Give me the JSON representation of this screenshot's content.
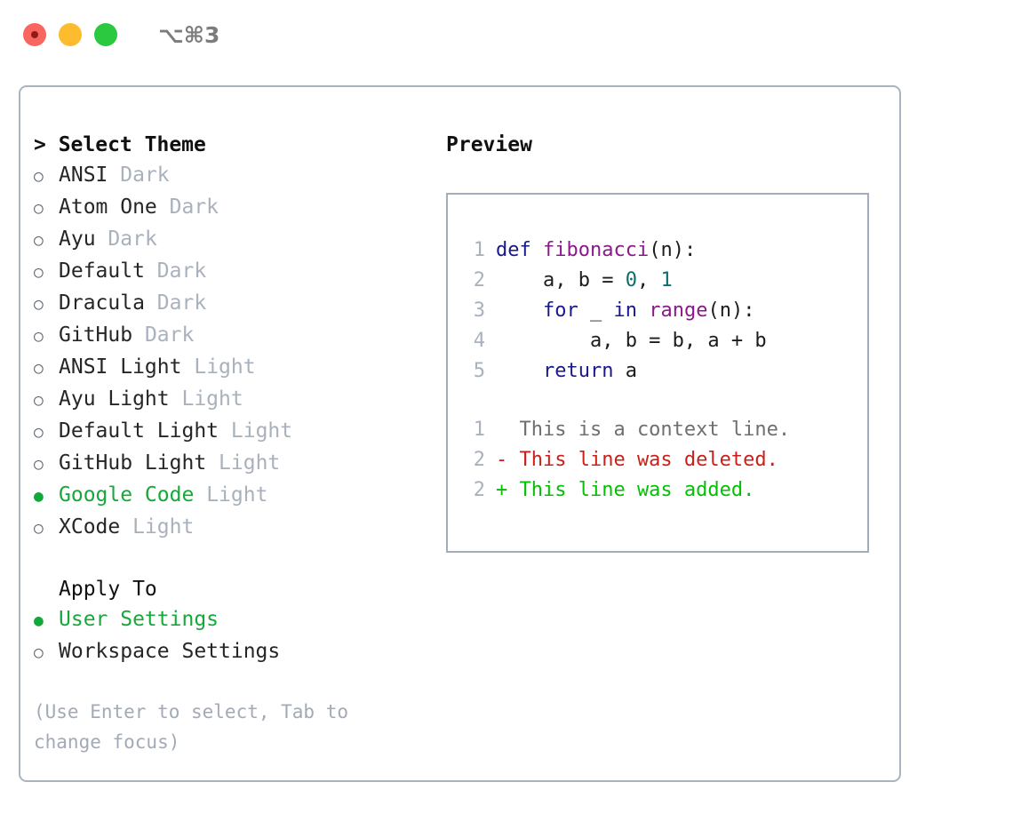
{
  "window": {
    "shortcut": "⌥⌘3",
    "traffic_lights": [
      "close-button",
      "minimize-button",
      "maximize-button"
    ]
  },
  "theme_picker": {
    "header": "> Select Theme",
    "items": [
      {
        "marker": "○",
        "name": "ANSI",
        "tag": "Dark",
        "selected": false
      },
      {
        "marker": "○",
        "name": "Atom One",
        "tag": "Dark",
        "selected": false
      },
      {
        "marker": "○",
        "name": "Ayu",
        "tag": "Dark",
        "selected": false
      },
      {
        "marker": "○",
        "name": "Default",
        "tag": "Dark",
        "selected": false
      },
      {
        "marker": "○",
        "name": "Dracula",
        "tag": "Dark",
        "selected": false
      },
      {
        "marker": "○",
        "name": "GitHub",
        "tag": "Dark",
        "selected": false
      },
      {
        "marker": "○",
        "name": "ANSI Light",
        "tag": "Light",
        "selected": false
      },
      {
        "marker": "○",
        "name": "Ayu Light",
        "tag": "Light",
        "selected": false
      },
      {
        "marker": "○",
        "name": "Default Light",
        "tag": "Light",
        "selected": false
      },
      {
        "marker": "○",
        "name": "GitHub Light",
        "tag": "Light",
        "selected": false
      },
      {
        "marker": "●",
        "name": "Google Code",
        "tag": "Light",
        "selected": true
      },
      {
        "marker": "○",
        "name": "XCode",
        "tag": "Light",
        "selected": false
      }
    ]
  },
  "apply_to": {
    "header": "Apply To",
    "items": [
      {
        "marker": "●",
        "name": "User Settings",
        "selected": true
      },
      {
        "marker": "○",
        "name": "Workspace Settings",
        "selected": false
      }
    ]
  },
  "hint": "(Use Enter to select, Tab to change focus)",
  "preview": {
    "title": "Preview",
    "code_lines": [
      {
        "no": "1",
        "tokens": [
          {
            "t": "def ",
            "c": "kw"
          },
          {
            "t": "fibonacci",
            "c": "fn"
          },
          {
            "t": "(n):",
            "c": "pl"
          }
        ]
      },
      {
        "no": "2",
        "tokens": [
          {
            "t": "    a, b = ",
            "c": "pl"
          },
          {
            "t": "0",
            "c": "num"
          },
          {
            "t": ", ",
            "c": "pl"
          },
          {
            "t": "1",
            "c": "num"
          }
        ]
      },
      {
        "no": "3",
        "tokens": [
          {
            "t": "    ",
            "c": "pl"
          },
          {
            "t": "for",
            "c": "kw"
          },
          {
            "t": " _ ",
            "c": "pl"
          },
          {
            "t": "in",
            "c": "kw"
          },
          {
            "t": " ",
            "c": "pl"
          },
          {
            "t": "range",
            "c": "fn"
          },
          {
            "t": "(n):",
            "c": "pl"
          }
        ]
      },
      {
        "no": "4",
        "tokens": [
          {
            "t": "        a, b = b, a + b",
            "c": "pl"
          }
        ]
      },
      {
        "no": "5",
        "tokens": [
          {
            "t": "    ",
            "c": "pl"
          },
          {
            "t": "return",
            "c": "kw"
          },
          {
            "t": " a",
            "c": "pl"
          }
        ]
      }
    ],
    "diff_lines": [
      {
        "no": "1",
        "tokens": [
          {
            "t": "  This is a context line.",
            "c": "ctx"
          }
        ]
      },
      {
        "no": "2",
        "tokens": [
          {
            "t": "- This line was deleted.",
            "c": "del"
          }
        ]
      },
      {
        "no": "2",
        "tokens": [
          {
            "t": "+ This line was added.",
            "c": "add"
          }
        ]
      }
    ]
  },
  "colors": {
    "accent_green": "#16a83a",
    "muted": "#a9b1bd",
    "border": "#aab3c0",
    "keyword": "#19198f",
    "function": "#8d188d",
    "number": "#0c6d6d",
    "deleted": "#c9211a",
    "added": "#04c004"
  }
}
